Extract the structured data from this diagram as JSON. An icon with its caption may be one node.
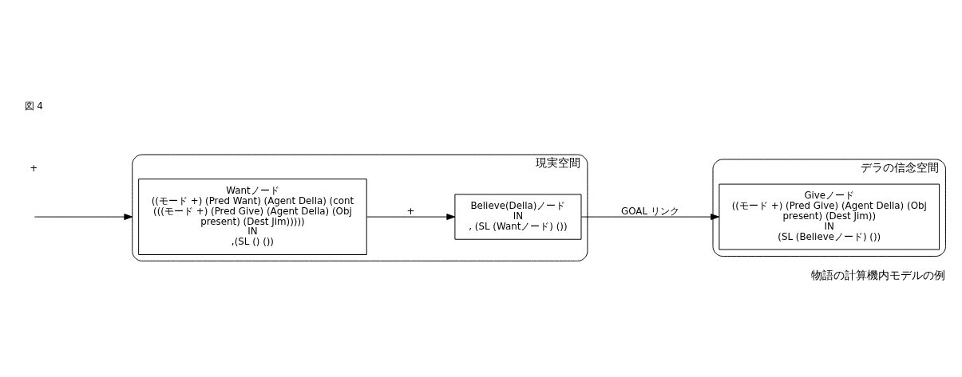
{
  "diagram": {
    "caption": "物語の計算機内モデルの例",
    "nodes": [
      {
        "text": [
          "現実空間"
        ]
      },
      {
        "text": [
          "Wantノード",
          "((モード +) (Pred Want) (Agent Della) (cont (((モード +) (Pred Give) (Agent Della) (Obj present) (Dest Jim)))))",
          "IN",
          ",(SL () ())"
        ],
        "in": 0
      },
      {
        "text": [
          "Believe(Della)ノード",
          "IN",
          ", (SL (Wantノード) ())"
        ],
        "in": 0
      },
      {
        "text": [
          "デラの信念空間"
        ]
      },
      {
        "text": [
          "Giveノード",
          "((モード +) (Pred Give) (Agent Della) (Obj present) (Dest Jim))",
          "IN",
          "(SL (Believeノード) ())"
        ],
        "in": 3
      }
    ],
    "edges": [
      {
        "from": null,
        "to": 0,
        "arrow": "to"
      },
      {
        "from": 1,
        "to": 2,
        "arrow": "to",
        "label": "+"
      },
      {
        "from": 2,
        "to": 4,
        "arrow": "to",
        "label": "GOAL リンク"
      }
    ],
    "labels": [
      "+",
      "図 4"
    ]
  }
}
